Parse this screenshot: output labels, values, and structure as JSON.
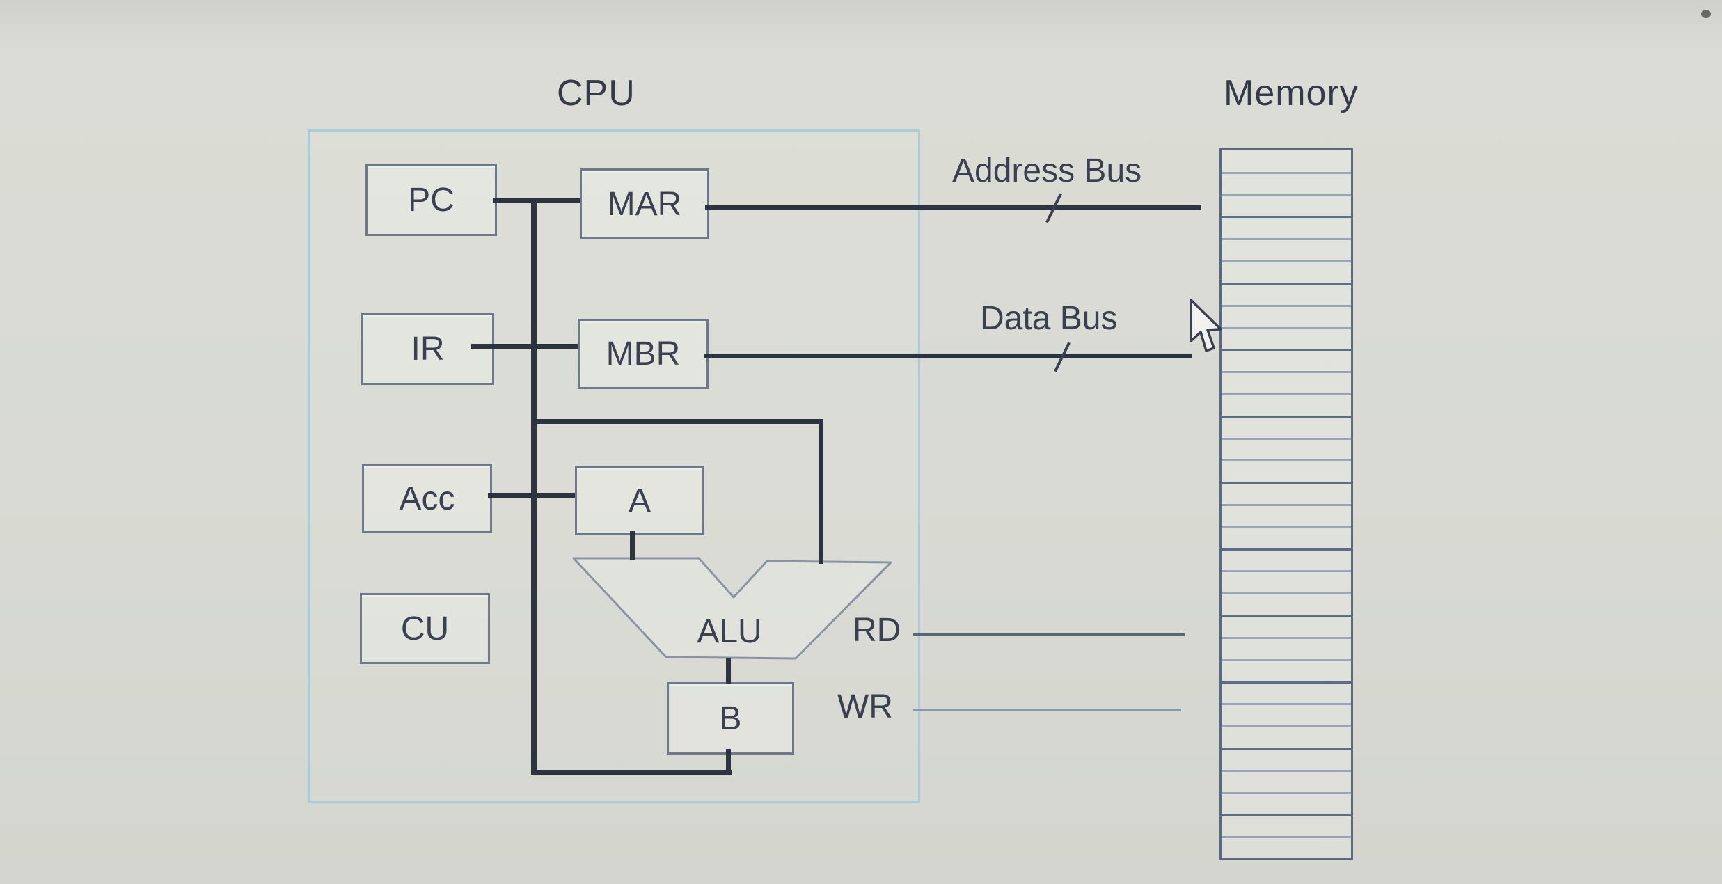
{
  "diagram": {
    "cpu": {
      "title": "CPU"
    },
    "memory": {
      "title": "Memory",
      "rows": 32
    },
    "registers": {
      "pc": "PC",
      "ir": "IR",
      "acc": "Acc",
      "cu": "CU",
      "mar": "MAR",
      "mbr": "MBR",
      "a": "A",
      "b": "B",
      "alu": "ALU"
    },
    "buses": {
      "address": "Address Bus",
      "data": "Data Bus",
      "rd": "RD",
      "wr": "WR"
    },
    "colors": {
      "background": "#d7d9d2",
      "bus_line": "#2e3340",
      "box_border": "#6e7888",
      "cpu_border": "#a9ccd8",
      "memory_border": "#5a6880",
      "memory_row_light": "#9aa4b8",
      "memory_row_dark": "#5f6c85",
      "text": "#3a4050"
    }
  }
}
